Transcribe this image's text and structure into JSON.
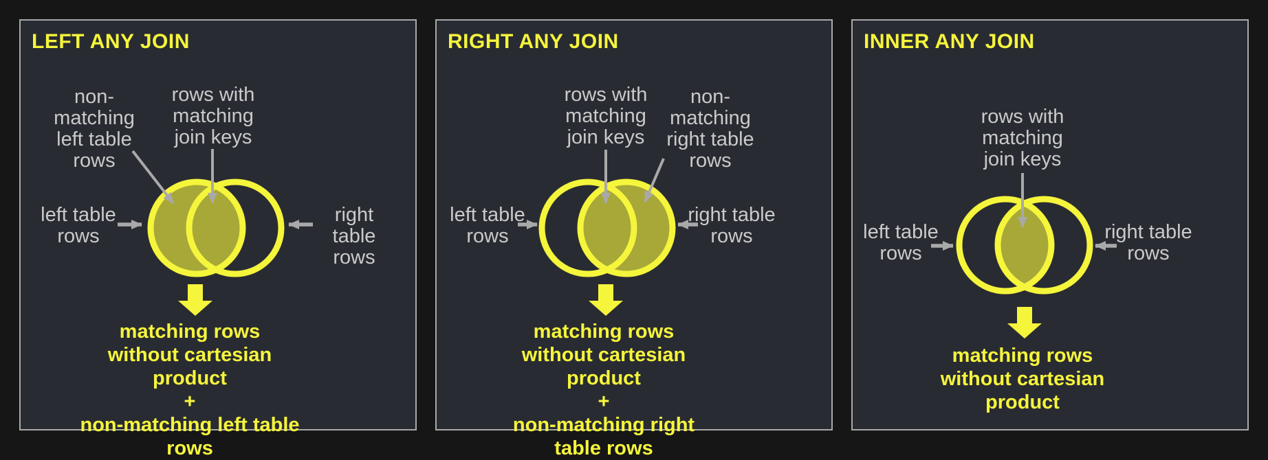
{
  "colors": {
    "accent_yellow": "#f5f53c",
    "fill_olive": "rgba(245,245,60,0.62)",
    "panel_background": "#292b32",
    "panel_border": "#a9a9a9",
    "label_gray": "#cacaca",
    "arrow_gray": "#a9a9a9",
    "page_background": "#161616"
  },
  "panels": [
    {
      "id": "left-any-join",
      "title": "LEFT ANY JOIN",
      "venn_filled_region": "left circle (matching rows + non-matching left table rows)",
      "labels": {
        "top_left": "non-\nmatching\nleft table\nrows",
        "top_right": "rows with\nmatching\njoin keys",
        "side_left": "left table\nrows",
        "side_right": "right table\nrows"
      },
      "result": "matching rows\nwithout cartesian product\n+\nnon-matching left table rows"
    },
    {
      "id": "right-any-join",
      "title": "RIGHT ANY JOIN",
      "venn_filled_region": "right circle (matching rows + non-matching right table rows)",
      "labels": {
        "top_left": "rows with\nmatching\njoin keys",
        "top_right": "non-\nmatching\nright table\nrows",
        "side_left": "left table\nrows",
        "side_right": "right table\nrows"
      },
      "result": "matching rows\nwithout cartesian product\n+\nnon-matching right table rows"
    },
    {
      "id": "inner-any-join",
      "title": "INNER ANY JOIN",
      "venn_filled_region": "intersection only (rows with matching join keys)",
      "labels": {
        "top_center": "rows with\nmatching\njoin keys",
        "side_left": "left table\nrows",
        "side_right": "right table\nrows"
      },
      "result": "matching rows\nwithout cartesian product"
    }
  ]
}
